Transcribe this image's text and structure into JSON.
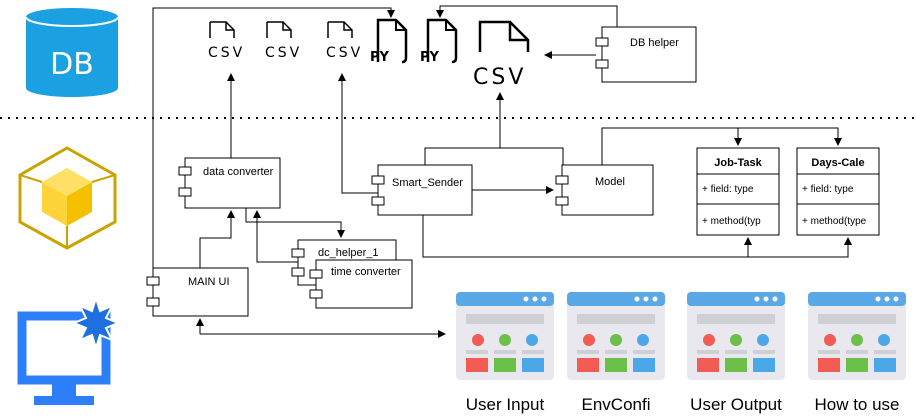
{
  "db_icon": {
    "label": "DB",
    "color": "#1ba1e2"
  },
  "csv_labels": {
    "small1": "CSV",
    "small2": "CSV",
    "small3": "CSV",
    "large": "CSV"
  },
  "py_labels": {
    "py1": "PY",
    "py2": "PY"
  },
  "components": {
    "db_helper": "DB helper",
    "data_converter": "data converter",
    "smart_sender": "Smart_Sender",
    "model": "Model",
    "main_ui": "MAIN UI",
    "dc_helper": "dc_helper_1",
    "time_converter": "time converter"
  },
  "classes": {
    "job_task": {
      "title": "Job-Task",
      "field": "+ field: type",
      "method": "+ method(typ"
    },
    "days_cale": {
      "title": "Days-Cale",
      "field": "+ field: type",
      "method": "+ method(type"
    }
  },
  "screens": [
    {
      "caption": "User Input"
    },
    {
      "caption": "EnvConfi"
    },
    {
      "caption": "User Output"
    },
    {
      "caption": "How to use"
    }
  ],
  "colors": {
    "db_blue": "#1ba1e2",
    "cube_yellow": "#ffd43b",
    "monitor_blue": "#2d7ff9",
    "screen_bar": "#5aa9e6",
    "screen_red": "#f25c54",
    "screen_green": "#6cc04a",
    "screen_blue": "#4aa8e8"
  }
}
